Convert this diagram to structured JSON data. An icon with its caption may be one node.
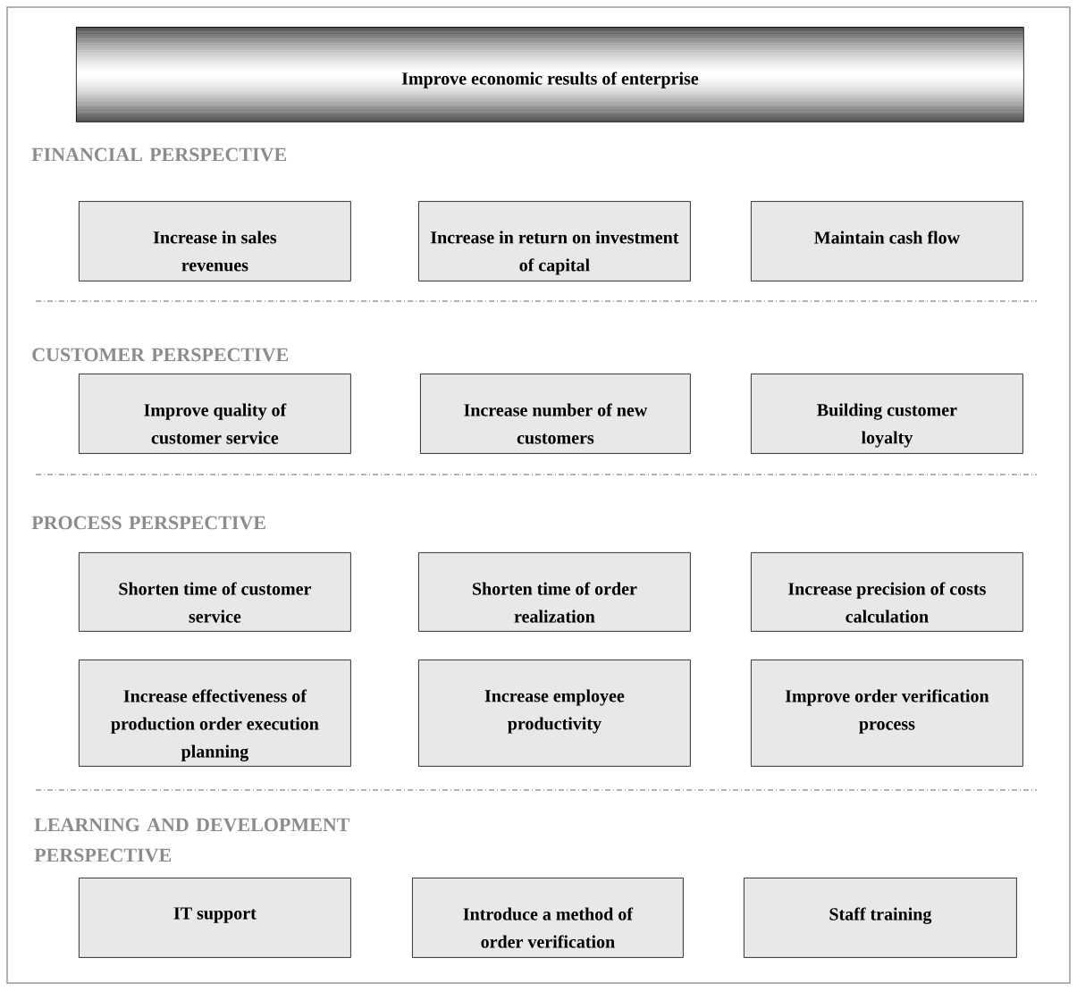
{
  "diagram": {
    "nodes": [
      {
        "text": [
          "Improve economic results of enterprise"
        ]
      },
      {
        "text": [
          "Increase in sales revenues"
        ]
      },
      {
        "text": [
          "Increase in return on investment of capital"
        ]
      },
      {
        "text": [
          "Maintain cash flow"
        ]
      },
      {
        "text": [
          "Improve quality of customer service"
        ]
      },
      {
        "text": [
          "Increase number of new customers"
        ]
      },
      {
        "text": [
          "Building customer loyalty"
        ]
      },
      {
        "text": [
          "Shorten time of customer service"
        ]
      },
      {
        "text": [
          "Shorten time of order realization"
        ]
      },
      {
        "text": [
          "Increase precision of costs calculation"
        ]
      },
      {
        "text": [
          "Increase effectiveness of production order execution planning"
        ]
      },
      {
        "text": [
          "Increase employee productivity"
        ]
      },
      {
        "text": [
          "Improve order verification process"
        ]
      },
      {
        "text": [
          "IT support"
        ]
      },
      {
        "text": [
          "Introduce a method of order verification"
        ]
      },
      {
        "text": [
          "Staff training"
        ]
      }
    ],
    "labels": [
      "FINANCIAL PERSPECTIVE",
      "CUSTOMER PERSPECTIVE",
      "PROCESS PERSPECTIVE",
      "LEARNING AND DEVELOPMENT PERSPECTIVE"
    ]
  }
}
